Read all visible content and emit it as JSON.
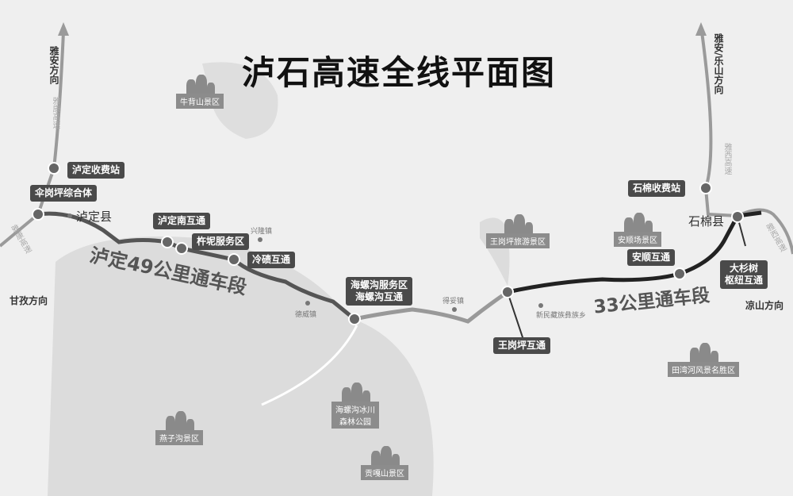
{
  "title": "泸石高速全线平面图",
  "directions": {
    "yaan": "雅安方向",
    "ganzi": "甘孜方向",
    "yaan_leshan": "雅安/乐山方向",
    "liangshan": "凉山方向"
  },
  "roads": {
    "yakang_top": "雅康高速",
    "yakang_bottom": "雅康高速",
    "yaxi_top": "雅西高速",
    "yaxi_bottom": "雅西高速"
  },
  "counties": {
    "luding": "泸定县",
    "shimian": "石棉县"
  },
  "segments": {
    "luding": "泸定49公里通车段",
    "east": "33公里通车段"
  },
  "nodes": {
    "luding_toll": "泸定收费站",
    "sangangping": "伞岗坪综合体",
    "luding_south": "泸定南互通",
    "chuni": "杵坭服务区",
    "lengqi": "冷碛互通",
    "hailuogou_1": "海螺沟服务区",
    "hailuogou_2": "海螺沟互通",
    "wanggangping": "王岗坪互通",
    "anshun": "安顺互通",
    "dashanshu_1": "大杉树",
    "dashanshu_2": "枢纽互通",
    "shimian_toll": "石棉收费站"
  },
  "towns": {
    "xinglong": "兴隆镇",
    "dewei": "德威镇",
    "detuo": "得妥镇",
    "xinmin": "新民藏族彝族乡"
  },
  "scenic": {
    "niubeishan": "牛背山景区",
    "wanggangping": "王岗坪旅游景区",
    "anshunchang": "安顺场景区",
    "tianwanhe": "田湾河风景名胜区",
    "yanzigou": "燕子沟景区",
    "hailuogou_1": "海螺沟冰川",
    "hailuogou_2": "森林公园",
    "gongga": "贡嘎山景区"
  }
}
